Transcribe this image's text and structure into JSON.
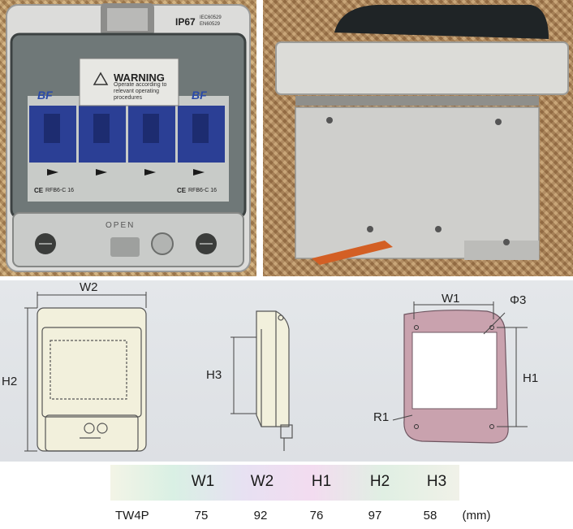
{
  "front_photo": {
    "rating": "IP67",
    "standards_line1": "IEC60529",
    "standards_line2": "EN60529",
    "warning_title": "WARNING",
    "warning_text_1": "Operate according to",
    "warning_text_2": "relevant operating",
    "warning_text_3": "procedures",
    "breaker_label": "RFB6-C 16",
    "ce_mark": "CE",
    "open_label": "OPEN"
  },
  "diagram": {
    "label_w2": "W2",
    "label_h2": "H2",
    "label_h3": "H3",
    "label_w1": "W1",
    "label_h1": "H1",
    "label_phi3": "Φ3",
    "label_r1": "R1"
  },
  "table": {
    "headers": [
      "W1",
      "W2",
      "H1",
      "H2",
      "H3"
    ],
    "row": {
      "model": "TW4P",
      "values": [
        "75",
        "92",
        "76",
        "97",
        "58"
      ],
      "unit": "(mm)"
    }
  },
  "colors": {
    "breaker_blue": "#2b3f95",
    "enclosure_grey": "#d8d8d6",
    "cutout_pink": "#c9a2ae"
  }
}
